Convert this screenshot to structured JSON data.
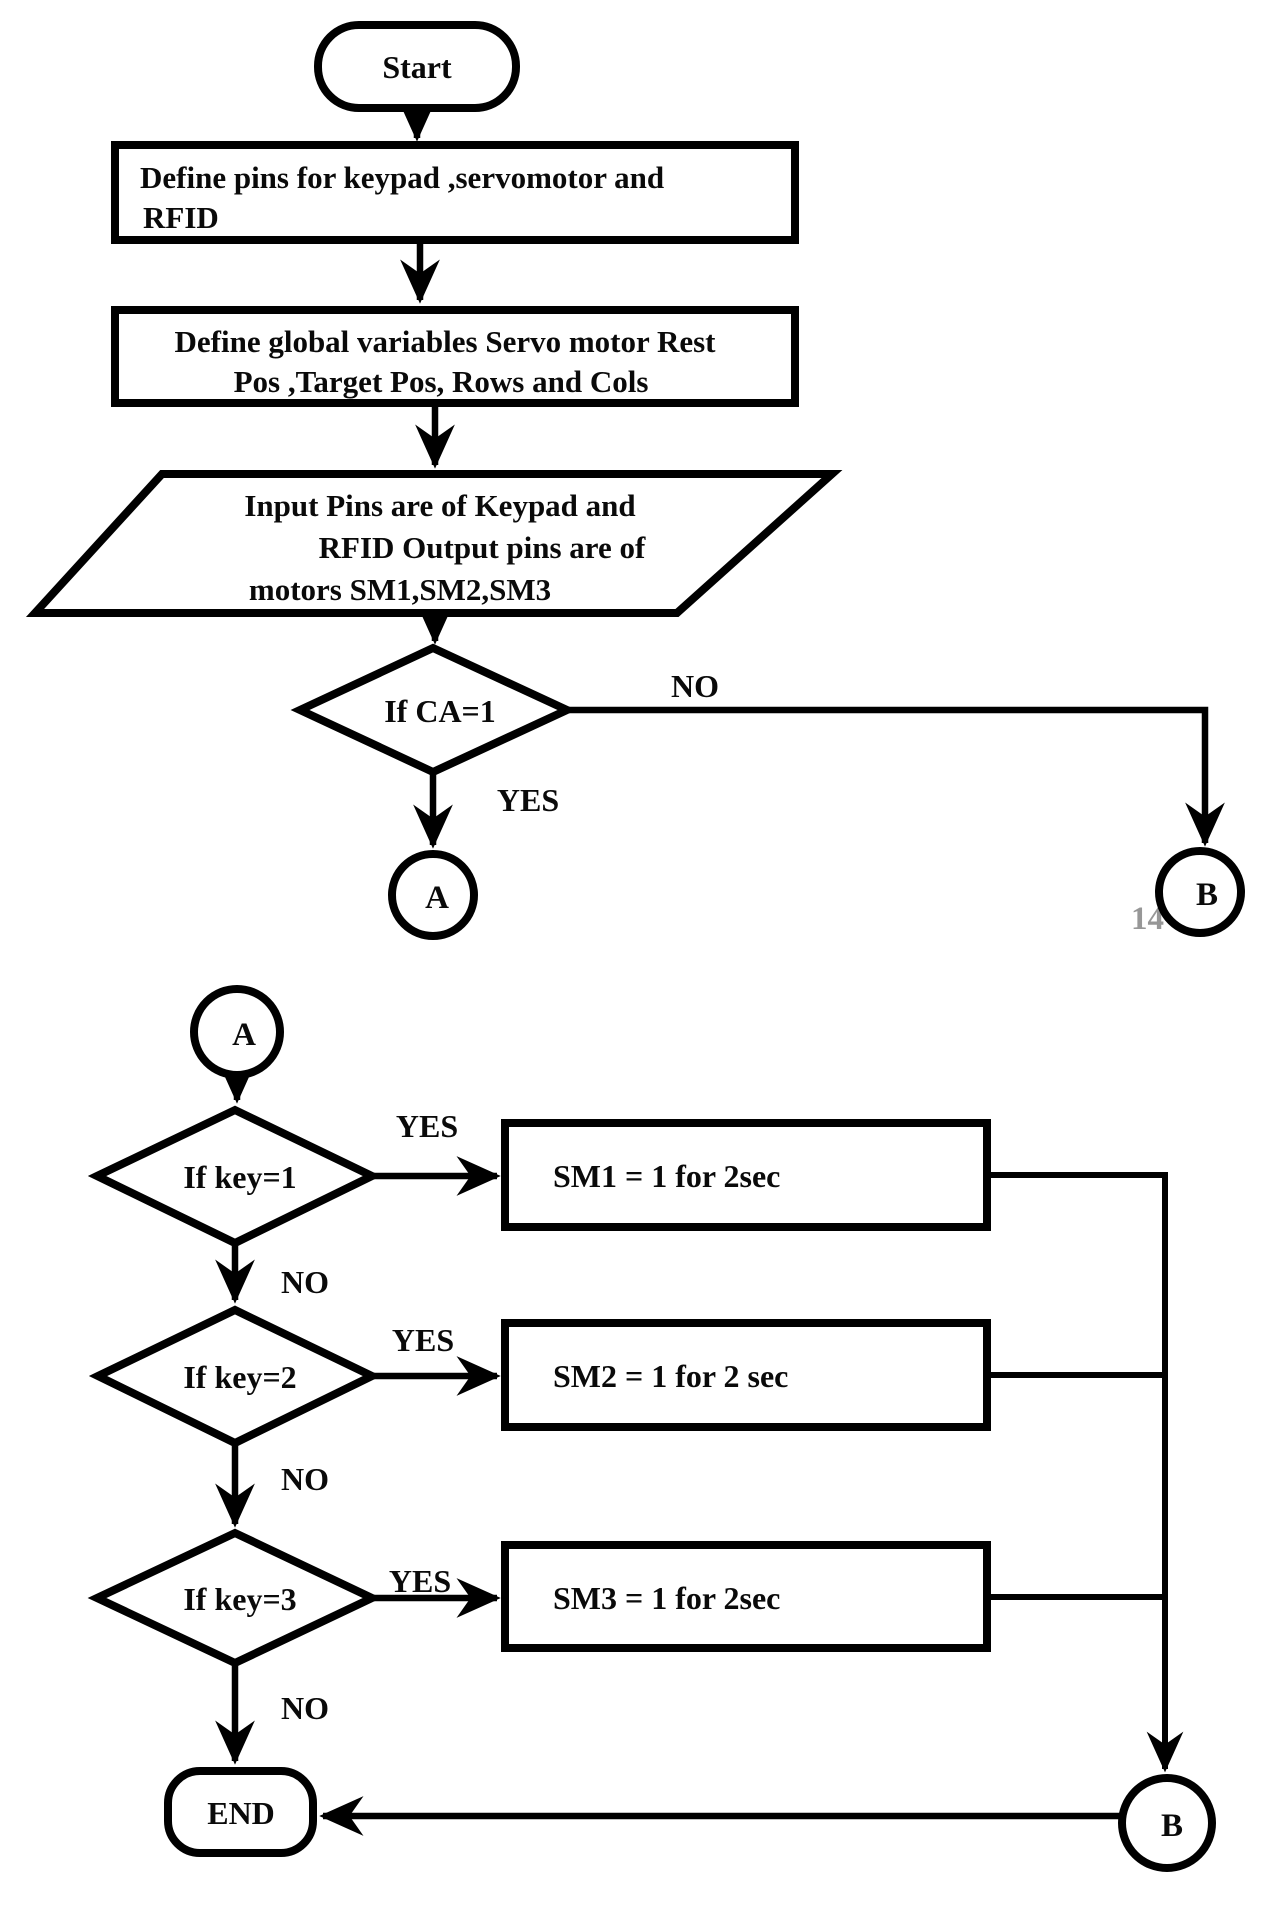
{
  "page": {
    "background": "#ffffff",
    "ink": "#000000",
    "artifact_color": "#979797"
  },
  "flowchart": {
    "start": "Start",
    "define_pins": {
      "line1": "Define pins for keypad ,servomotor and",
      "line2": "RFID"
    },
    "define_globals": {
      "line1": "Define global variables Servo motor Rest",
      "line2": "Pos ,Target Pos, Rows and Cols"
    },
    "io_parallelogram": {
      "line1": "Input Pins are of Keypad and",
      "line2": "RFID Output pins are of",
      "line3": "motors SM1,SM2,SM3"
    },
    "decision_ca": "If CA=1",
    "label_no_ca": "NO",
    "label_yes_ca": "YES",
    "connector_a_top": "A",
    "connector_b_top": "B",
    "page_number_artifact": "14",
    "connector_a_section2": "A",
    "decision_key1": "If key=1",
    "label_yes_key1": "YES",
    "label_no_key1": "NO",
    "process_sm1": "SM1 = 1 for 2sec",
    "decision_key2": "If key=2",
    "label_yes_key2": "YES",
    "label_no_key2": "NO",
    "process_sm2": "SM2 = 1 for 2 sec",
    "decision_key3": "If key=3",
    "label_yes_key3": "YES",
    "label_no_key3": "NO",
    "process_sm3": "SM3 = 1 for 2sec",
    "end": "END",
    "connector_b_bottom": "B"
  }
}
